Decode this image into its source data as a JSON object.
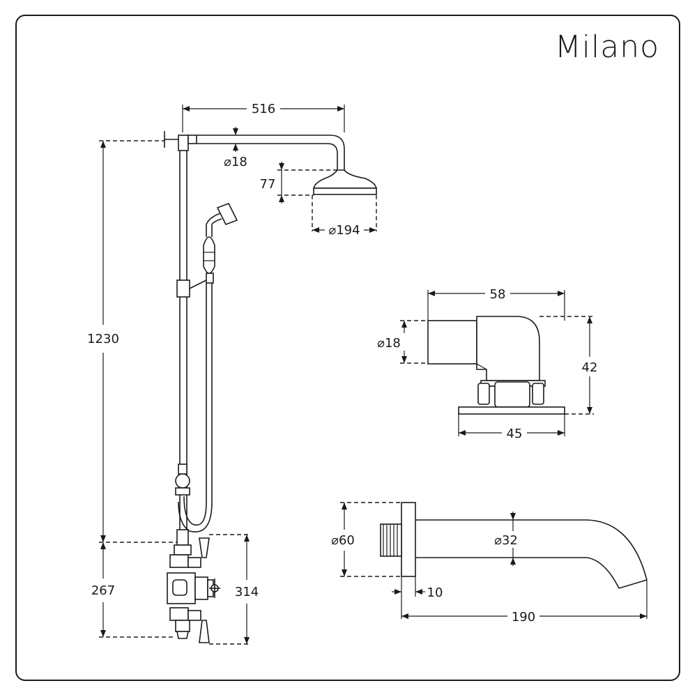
{
  "brand": "Milano",
  "colors": {
    "ink": "#1a1a1a",
    "background": "#ffffff"
  },
  "dimensions": {
    "arm_length": "516",
    "arm_diameter": "⌀18",
    "head_height": "77",
    "head_diameter": "⌀194",
    "total_height": "1230",
    "valve_height_a": "267",
    "valve_height_b": "314",
    "elbow_width_top": "58",
    "elbow_diameter": "⌀18",
    "elbow_height": "42",
    "elbow_width_bottom": "45",
    "spout_flange_diameter": "⌀60",
    "spout_diameter": "⌀32",
    "spout_flange_thickness": "10",
    "spout_length": "190"
  }
}
